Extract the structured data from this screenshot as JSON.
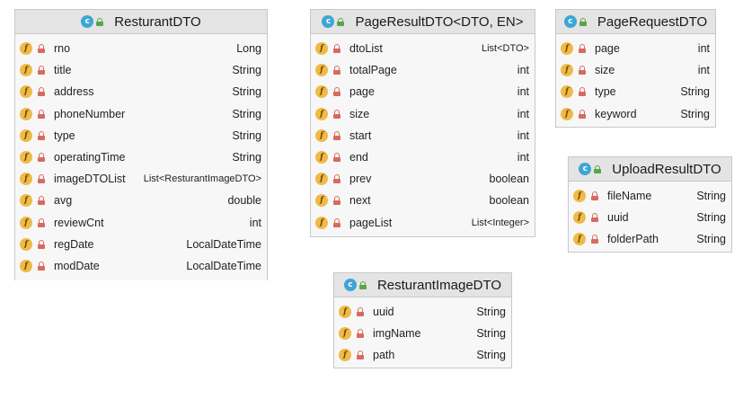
{
  "classes": {
    "resturant": {
      "name": "ResturantDTO",
      "fields": [
        {
          "name": "rno",
          "type": "Long"
        },
        {
          "name": "title",
          "type": "String"
        },
        {
          "name": "address",
          "type": "String"
        },
        {
          "name": "phoneNumber",
          "type": "String"
        },
        {
          "name": "type",
          "type": "String"
        },
        {
          "name": "operatingTime",
          "type": "String"
        },
        {
          "name": "imageDTOList",
          "type": "List<ResturantImageDTO>"
        },
        {
          "name": "avg",
          "type": "double"
        },
        {
          "name": "reviewCnt",
          "type": "int"
        },
        {
          "name": "regDate",
          "type": "LocalDateTime"
        },
        {
          "name": "modDate",
          "type": "LocalDateTime"
        }
      ]
    },
    "pageResult": {
      "name": "PageResultDTO<DTO, EN>",
      "fields": [
        {
          "name": "dtoList",
          "type": "List<DTO>"
        },
        {
          "name": "totalPage",
          "type": "int"
        },
        {
          "name": "page",
          "type": "int"
        },
        {
          "name": "size",
          "type": "int"
        },
        {
          "name": "start",
          "type": "int"
        },
        {
          "name": "end",
          "type": "int"
        },
        {
          "name": "prev",
          "type": "boolean"
        },
        {
          "name": "next",
          "type": "boolean"
        },
        {
          "name": "pageList",
          "type": "List<Integer>"
        }
      ]
    },
    "pageRequest": {
      "name": "PageRequestDTO",
      "fields": [
        {
          "name": "page",
          "type": "int"
        },
        {
          "name": "size",
          "type": "int"
        },
        {
          "name": "type",
          "type": "String"
        },
        {
          "name": "keyword",
          "type": "String"
        }
      ]
    },
    "uploadResult": {
      "name": "UploadResultDTO",
      "fields": [
        {
          "name": "fileName",
          "type": "String"
        },
        {
          "name": "uuid",
          "type": "String"
        },
        {
          "name": "folderPath",
          "type": "String"
        }
      ]
    },
    "resturantImage": {
      "name": "ResturantImageDTO",
      "fields": [
        {
          "name": "uuid",
          "type": "String"
        },
        {
          "name": "imgName",
          "type": "String"
        },
        {
          "name": "path",
          "type": "String"
        }
      ]
    }
  },
  "icons": {
    "class_icon": "class-c-icon",
    "field_icon": "field-f-icon",
    "class_icon_letter": "c",
    "field_icon_letter": "f",
    "class_color": "#3da6d6",
    "field_color": "#f0ba48",
    "private_lock_color": "#d86a5e",
    "public_lock_color": "#5aa54b"
  }
}
